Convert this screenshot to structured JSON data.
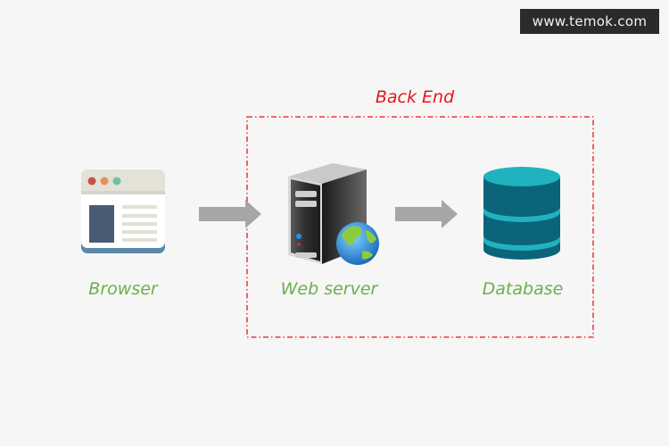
{
  "watermark": {
    "text": "www.temok.com"
  },
  "diagram": {
    "group": {
      "label": "Back End",
      "border_color": "#e8141c"
    },
    "nodes": [
      {
        "id": "browser",
        "label": "Browser",
        "icon": "browser-window-icon"
      },
      {
        "id": "web-server",
        "label": "Web server",
        "icon": "server-globe-icon"
      },
      {
        "id": "database",
        "label": "Database",
        "icon": "database-cylinder-icon"
      }
    ],
    "edges": [
      {
        "from": "browser",
        "to": "web-server",
        "icon": "arrow-right-icon"
      },
      {
        "from": "web-server",
        "to": "database",
        "icon": "arrow-right-icon"
      }
    ],
    "colors": {
      "label": "#6bb04a",
      "arrow": "#a6a6a6",
      "db_dark": "#0b6477",
      "db_light": "#1fb3c0",
      "browser_frame": "#e3e1d4",
      "browser_sidebar": "#4a5b74"
    }
  }
}
